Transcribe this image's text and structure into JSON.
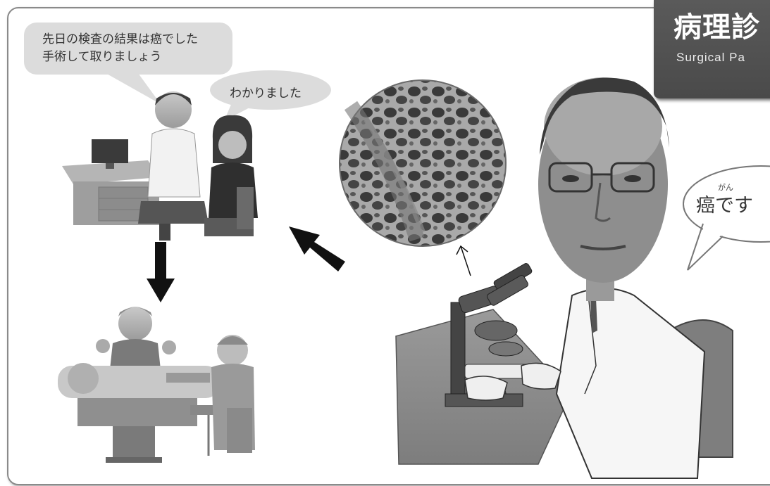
{
  "title": {
    "main": "病理診",
    "subtitle": "Surgical Pa"
  },
  "speech": {
    "doctor_line1": "先日の検査の結果は癌でした",
    "doctor_line2": "手術して取りましょう",
    "patient": "わかりました",
    "pathologist": "癌です",
    "pathologist_furigana": "がん"
  },
  "colors": {
    "panel_border": "#8a8a8a",
    "title_bg": "#555555",
    "bubble_fill": "#dcdcdc",
    "arrow": "#111111"
  }
}
